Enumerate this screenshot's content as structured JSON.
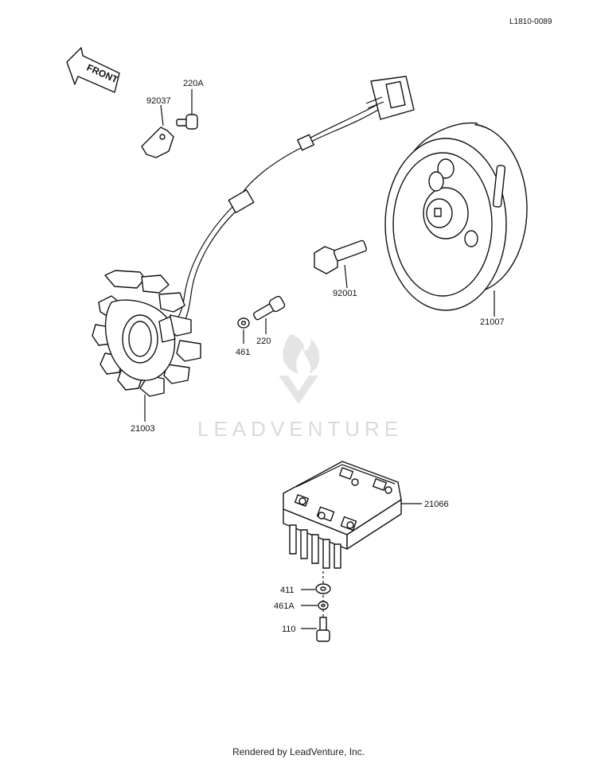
{
  "diagram_code": "L1810-0089",
  "front_label": "FRONT",
  "watermark": "LEADVENTURE",
  "footer": "Rendered by LeadVenture, Inc.",
  "parts": {
    "p92037": "92037",
    "p220A": "220A",
    "p92001": "92001",
    "p21007": "21007",
    "p461": "461",
    "p220": "220",
    "p21003": "21003",
    "p21066": "21066",
    "p411": "411",
    "p461A": "461A",
    "p110": "110"
  }
}
